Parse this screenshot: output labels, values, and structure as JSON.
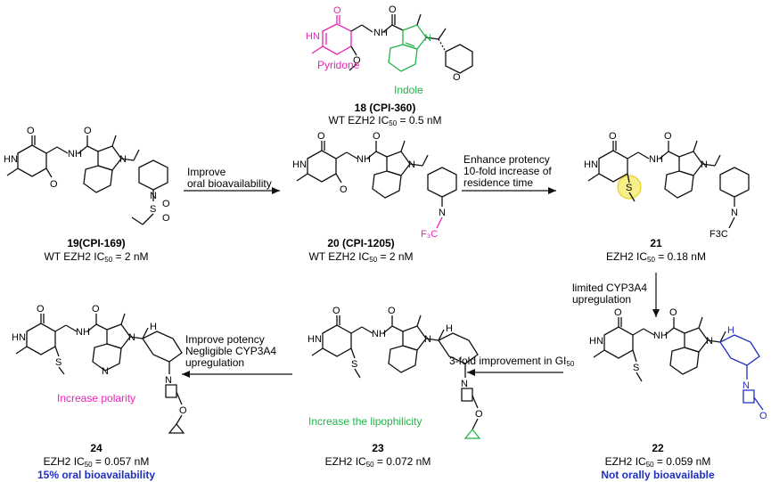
{
  "colors": {
    "pyridone": "#e524b4",
    "indole": "#22b24a",
    "blue": "#1f2fbf",
    "highlight": "#f7f08a",
    "line": "#111111"
  },
  "top": {
    "pyridone_label": "Pyridone",
    "indole_label": "Indole",
    "name": "18 (CPI-360)",
    "ic50_prefix": "WT EZH2 IC",
    "ic50_sub": "50",
    "ic50_value": " = 0.5 nM"
  },
  "cpd19": {
    "name": "19(CPI-169)",
    "ic50_prefix": "WT EZH2 IC",
    "ic50_sub": "50",
    "ic50_value": " = 2 nM"
  },
  "cpd20": {
    "name": "20 (CPI-1205)",
    "ic50_prefix": "WT EZH2 IC",
    "ic50_sub": "50",
    "ic50_value": " = 2 nM"
  },
  "cpd21": {
    "name": "21",
    "ic50_prefix": "EZH2 IC",
    "ic50_sub": "50",
    "ic50_value": " = 0.18 nM"
  },
  "cpd22": {
    "name": "22",
    "ic50_prefix": "EZH2 IC",
    "ic50_sub": "50",
    "ic50_value": " = 0.059 nM",
    "note": "Not orally bioavailable"
  },
  "cpd23": {
    "name": "23",
    "ic50_prefix": "EZH2 IC",
    "ic50_sub": "50",
    "ic50_value": " = 0.072 nM",
    "annotation": "Increase the lipophilicity"
  },
  "cpd24": {
    "name": "24",
    "ic50_prefix": "EZH2 IC",
    "ic50_sub": "50",
    "ic50_value": " = 0.057 nM",
    "note": "15% oral bioavailability",
    "annotation": "Increase polarity"
  },
  "arrows": {
    "a1": {
      "line1": "Improve",
      "line2": "oral bioavailability"
    },
    "a2": {
      "line1": "Enhance protency",
      "line2": "10-fold increase of",
      "line3": "residence time"
    },
    "a3": {
      "line1": "limited CYP3A4",
      "line2": "upregulation"
    },
    "a4": {
      "prefix": "3-fold improvement in GI",
      "sub": "50"
    },
    "a5": {
      "line1": "Improve potency",
      "line2": "Negligible CYP3A4",
      "line3": "upregulation"
    }
  },
  "atoms": {
    "O": "O",
    "N": "N",
    "H": "H",
    "HN": "HN",
    "NH": "NH",
    "S": "S",
    "F3C": "F₃C",
    "F3C_alt": "F3C"
  }
}
